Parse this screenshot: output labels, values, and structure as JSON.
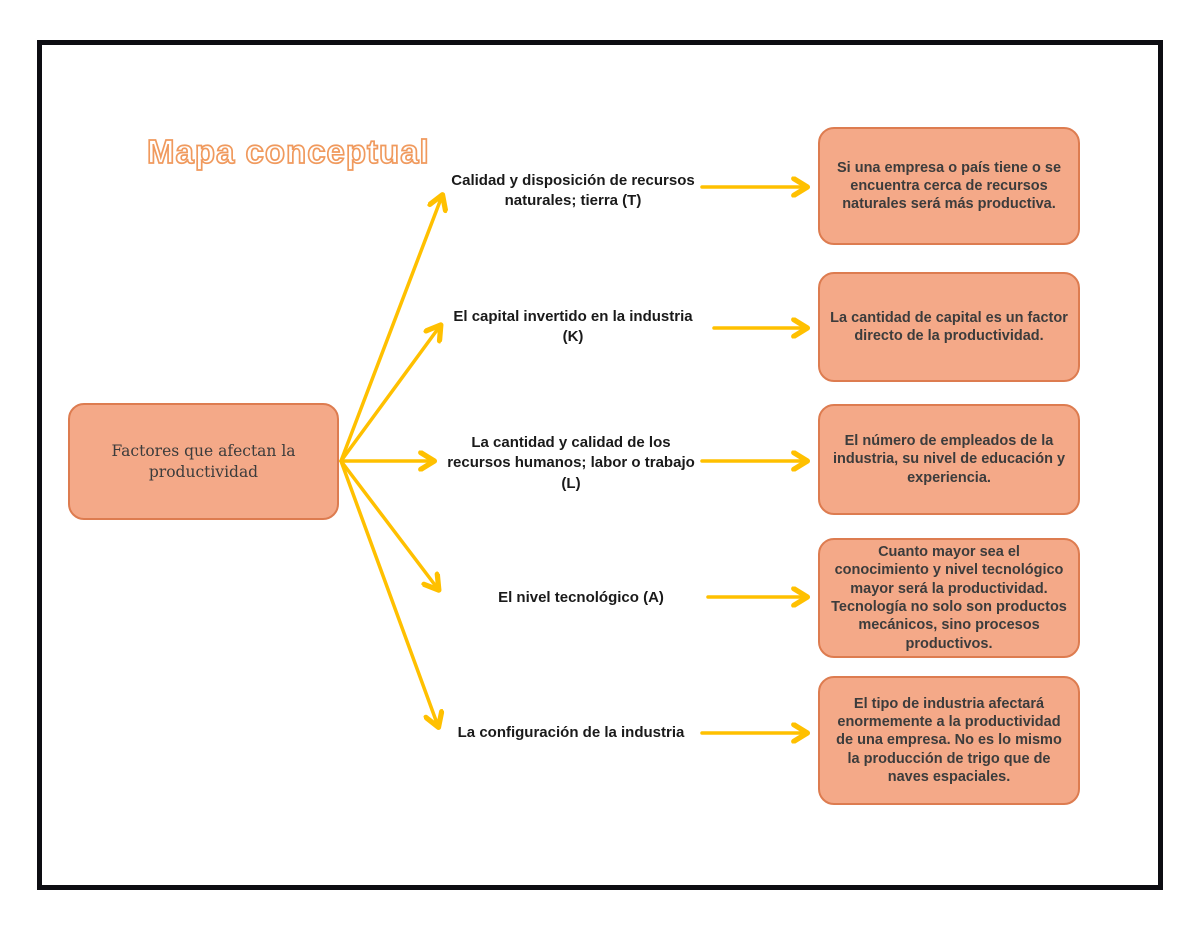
{
  "page": {
    "title": "Mapa conceptual"
  },
  "diagram": {
    "root": {
      "label": "Factores que afectan la productividad"
    },
    "branches": [
      {
        "factor": "Calidad y disposición de recursos naturales; tierra (T)",
        "description": "Si una empresa o país tiene o se encuentra cerca de recursos naturales será más productiva."
      },
      {
        "factor": "El capital invertido en la industria (K)",
        "description": "La cantidad de capital es un factor directo de la productividad."
      },
      {
        "factor": "La cantidad y calidad de los recursos humanos; labor o trabajo (L)",
        "description": "El número de empleados de la industria, su nivel de educación y experiencia."
      },
      {
        "factor": "El nivel tecnológico (A)",
        "description": "Cuanto mayor sea el conocimiento y nivel tecnológico mayor será la productividad. Tecnología no solo son productos mecánicos, sino procesos productivos."
      },
      {
        "factor": "La configuración de la industria",
        "description": "El tipo de industria afectará enormemente a la productividad de una empresa. No es lo mismo la producción de trigo que de naves espaciales."
      }
    ],
    "colors": {
      "node_fill": "#F4A988",
      "node_border": "#DD7C50",
      "arrow": "#FFC000",
      "title_outline": "#F09A5E"
    }
  }
}
